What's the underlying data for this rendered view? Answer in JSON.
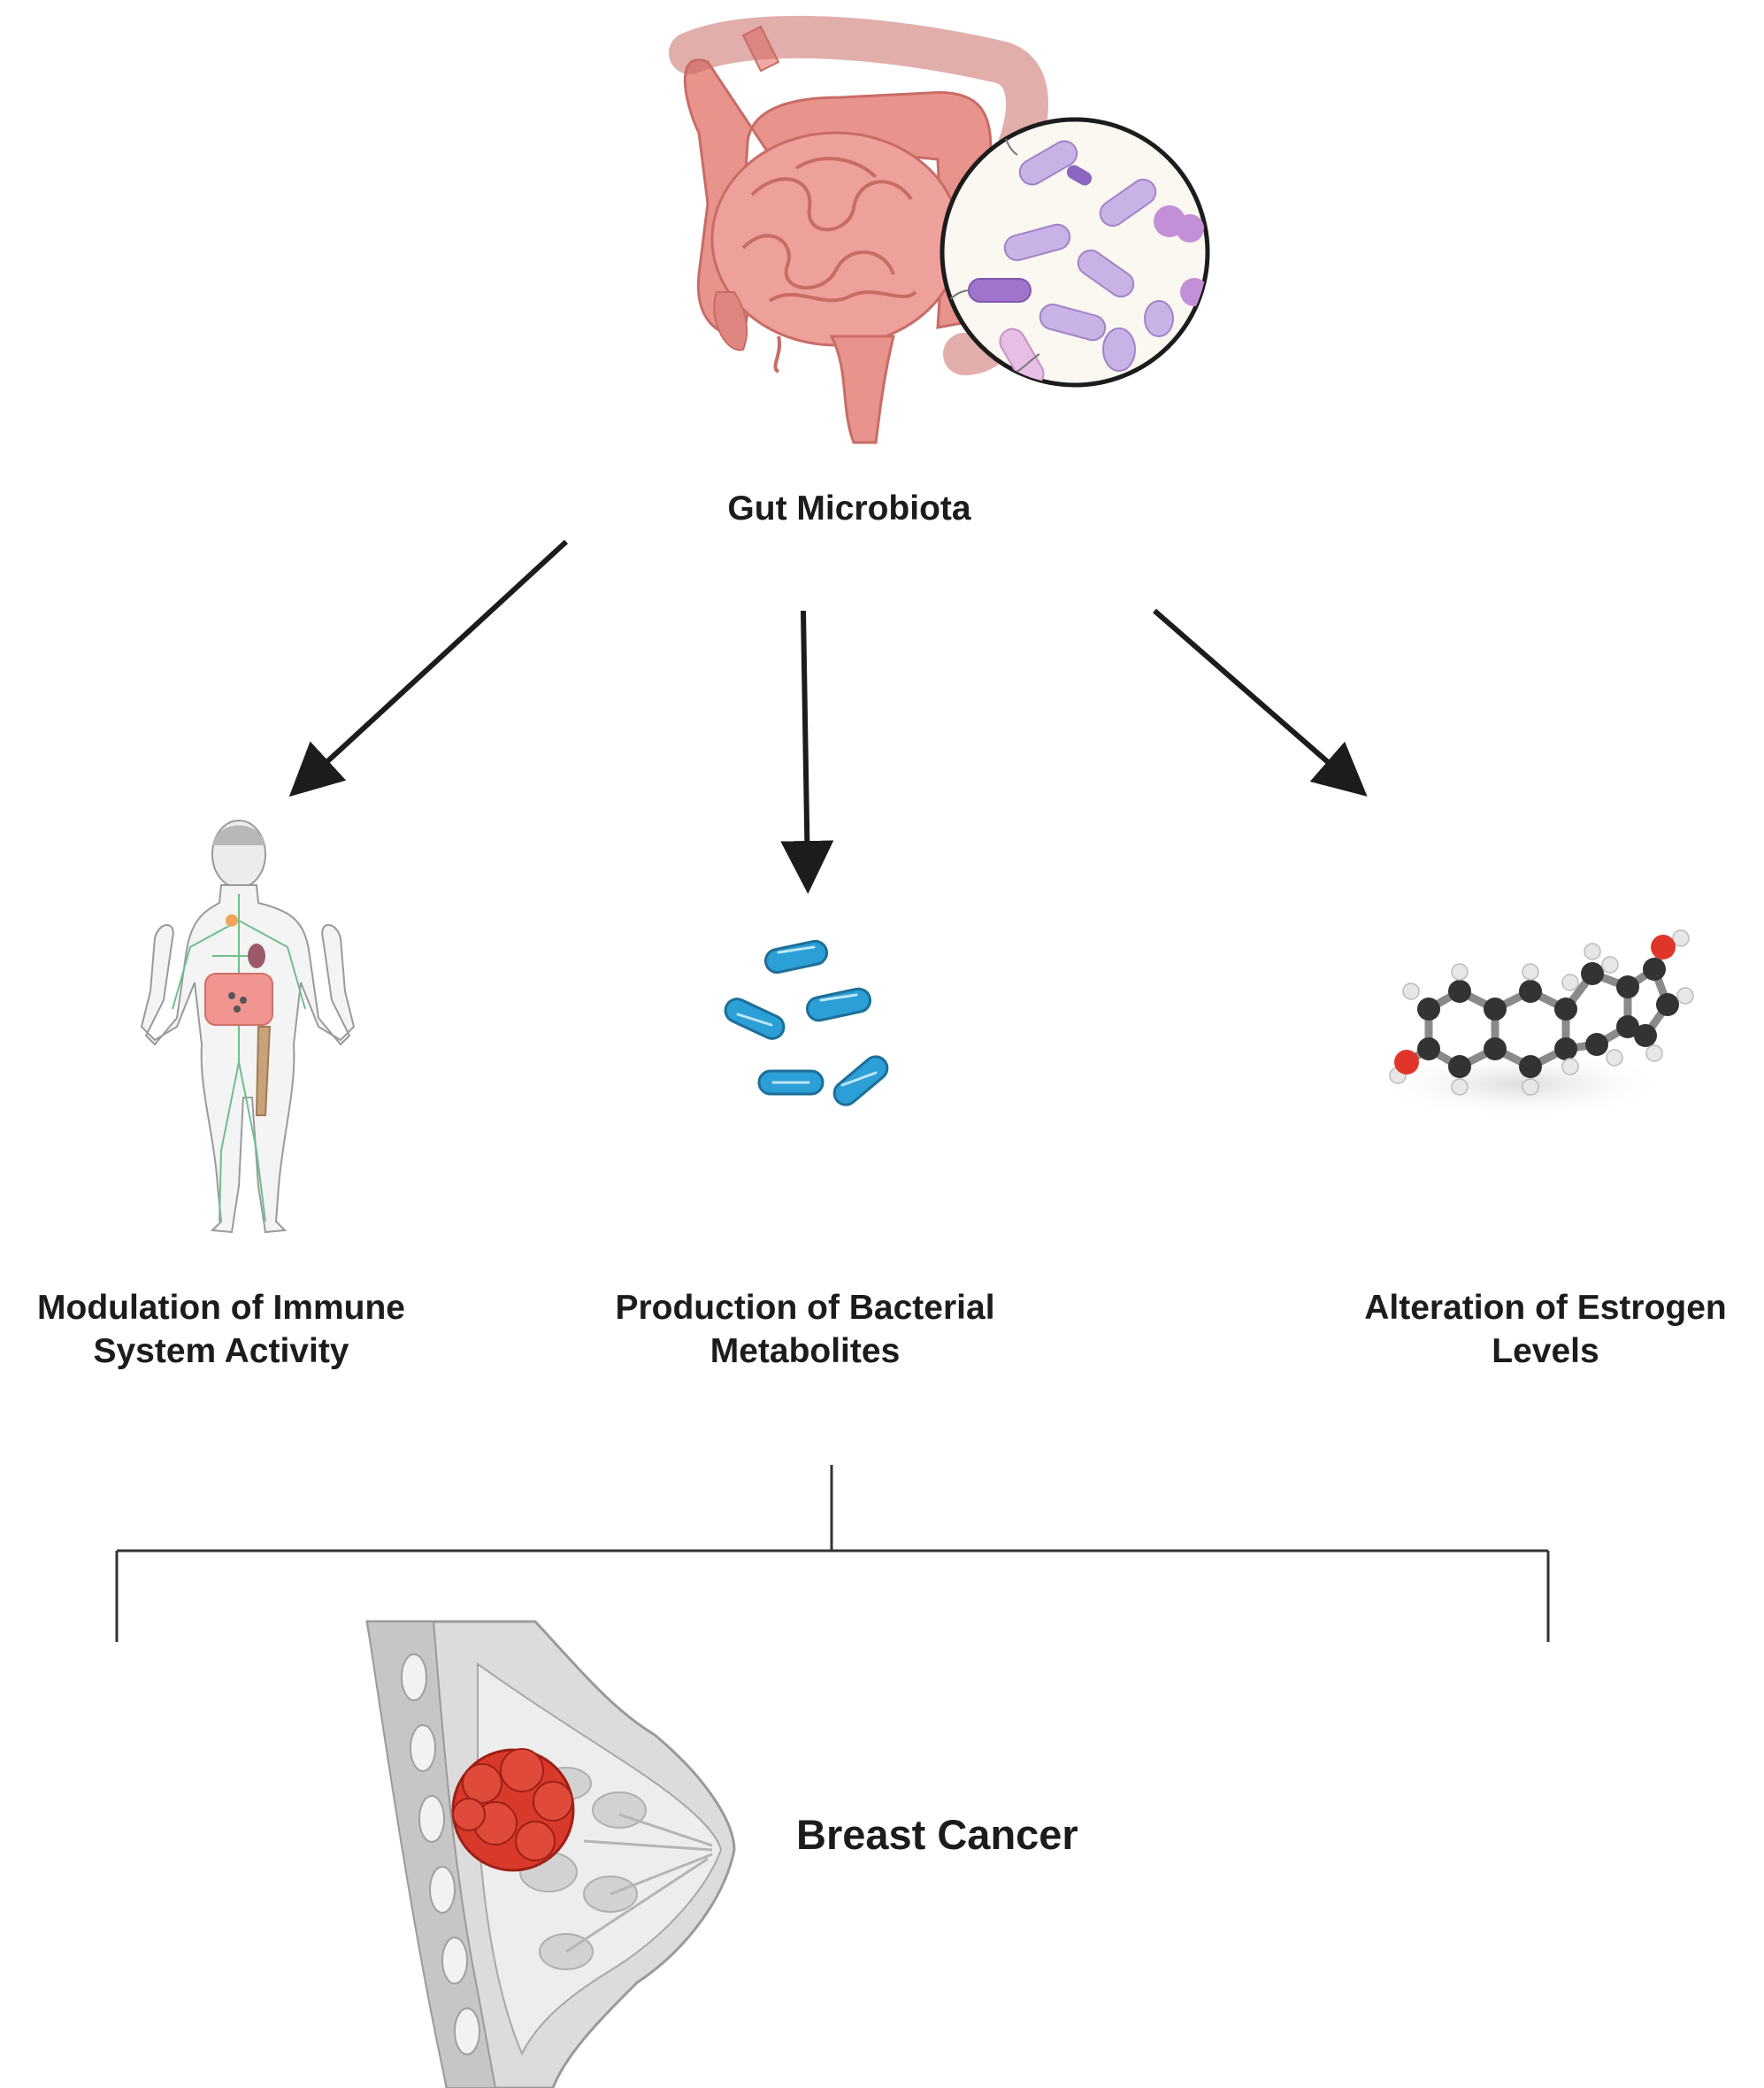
{
  "nodes": {
    "gut": {
      "label": "Gut Microbiota"
    },
    "immune": {
      "line1": "Modulation of Immune",
      "line2": "System Activity"
    },
    "metabolites": {
      "line1": "Production of Bacterial",
      "line2": "Metabolites"
    },
    "estrogen": {
      "line1": "Alteration of Estrogen",
      "line2": "Levels"
    },
    "cancer": {
      "label": "Breast Cancer"
    }
  },
  "icons": [
    "intestine-icon",
    "microbes-magnifier-icon",
    "human-body-icon",
    "bacteria-icon",
    "estrogen-molecule-icon",
    "breast-tumor-icon"
  ],
  "colors": {
    "intestine": "#e8938c",
    "intestine_dark": "#c86c66",
    "microbe_purple": "#b58fd6",
    "bacteria_blue": "#2b9fd6",
    "tumor_red": "#d8392b",
    "arrow": "#1c1c1c",
    "breast_gray": "#cfcfcf"
  }
}
